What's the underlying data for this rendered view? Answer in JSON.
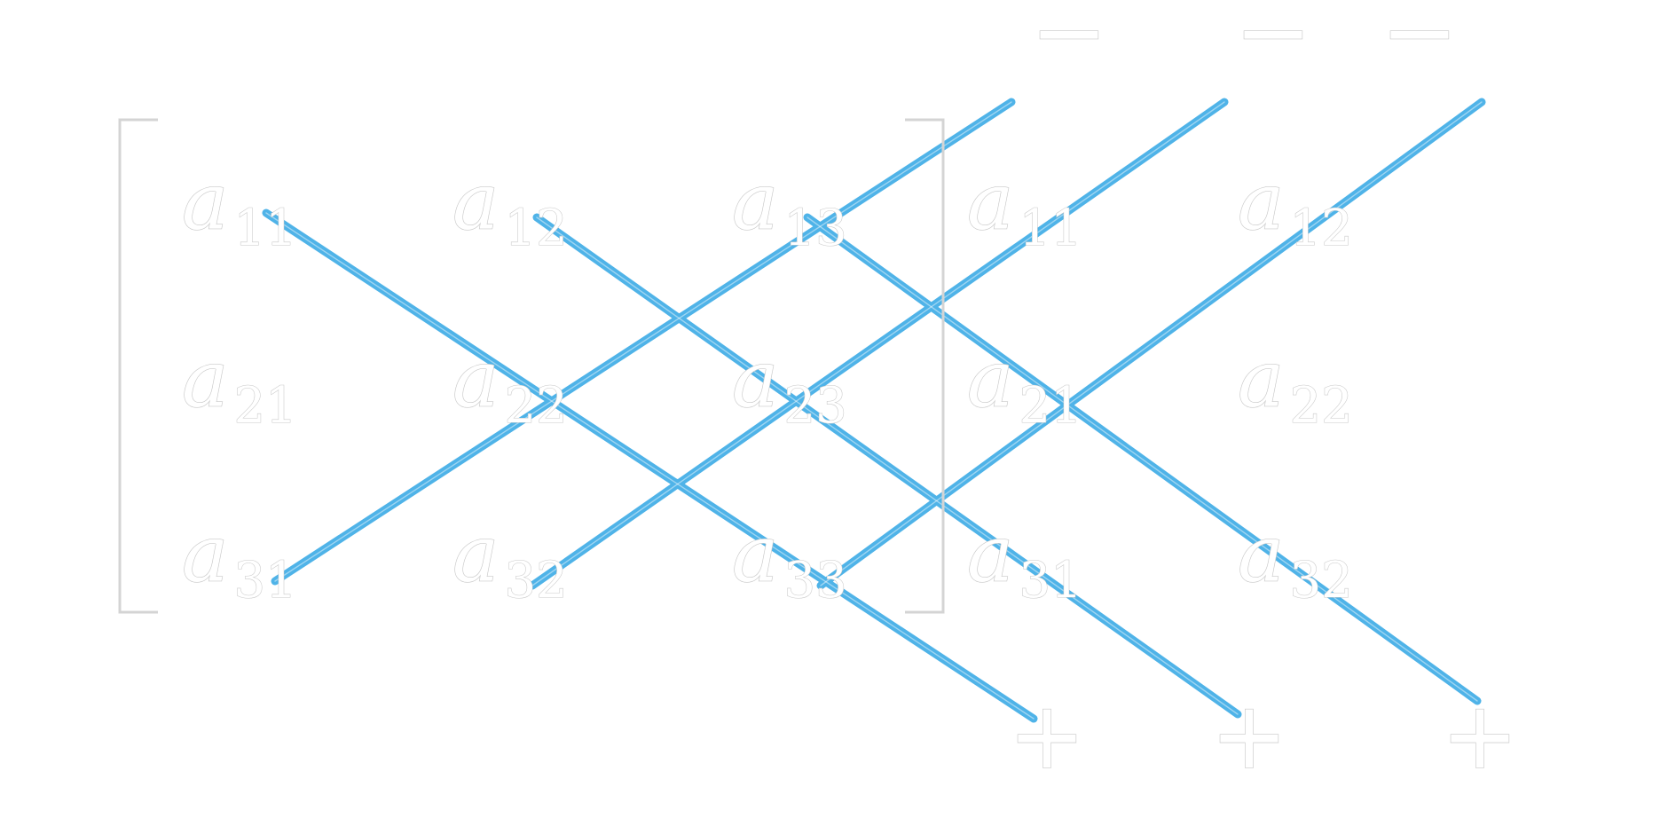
{
  "diagram": {
    "line_color": "#4fb3e8",
    "main_entries": [
      [
        "a11",
        "a12",
        "a13"
      ],
      [
        "a21",
        "a22",
        "a23"
      ],
      [
        "a31",
        "a32",
        "a33"
      ]
    ],
    "appended_entries": [
      [
        "a11",
        "a12"
      ],
      [
        "a21",
        "a22"
      ],
      [
        "a31",
        "a32"
      ]
    ],
    "letter": "a",
    "sub_labels": {
      "r1c1": "11",
      "r1c2": "12",
      "r1c3": "13",
      "r2c1": "21",
      "r2c2": "22",
      "r2c3": "23",
      "r3c1": "31",
      "r3c2": "32",
      "r3c3": "33",
      "x1c1": "11",
      "x1c2": "12",
      "x2c1": "21",
      "x2c2": "22",
      "x3c1": "31",
      "x3c2": "32"
    },
    "top_signs": [
      "−",
      "−",
      "−"
    ],
    "bottom_signs": [
      "+",
      "+",
      "+"
    ],
    "diagonal_groups": {
      "positive": [
        "a11 a22 a33",
        "a12 a23 a31",
        "a13 a21 a32"
      ],
      "negative": [
        "a13 a22 a31",
        "a11 a23 a32",
        "a12 a21 a33"
      ]
    }
  }
}
